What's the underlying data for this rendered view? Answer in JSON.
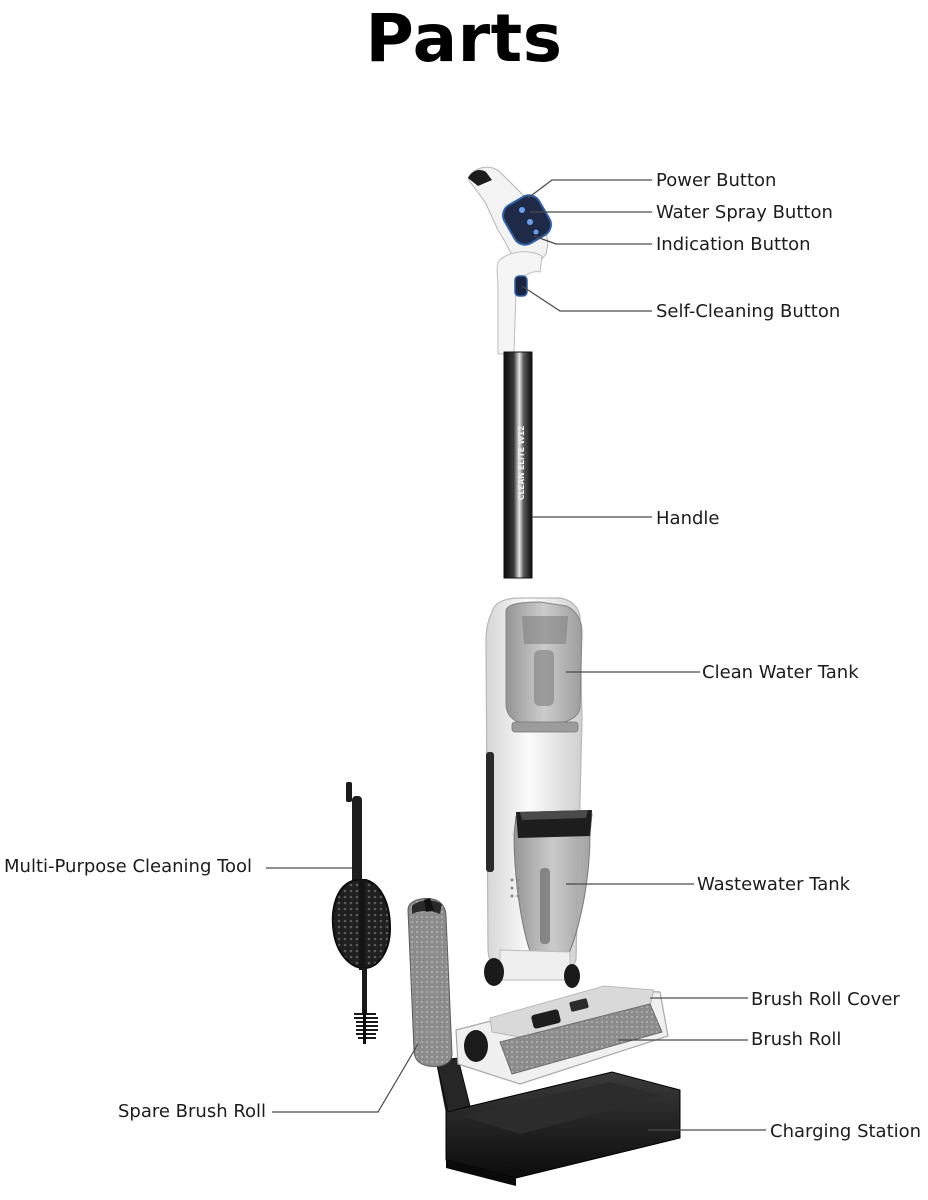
{
  "title": "Parts",
  "product_text": "CLEAN ELITE W12",
  "labels": {
    "power_button": "Power Button",
    "water_spray_button": "Water Spray Button",
    "indication_button": "Indication Button",
    "self_cleaning_button": "Self-Cleaning Button",
    "handle": "Handle",
    "clean_water_tank": "Clean Water Tank",
    "multi_purpose_cleaning_tool": "Multi-Purpose Cleaning Tool",
    "wastewater_tank": "Wastewater Tank",
    "brush_roll_cover": "Brush Roll Cover",
    "brush_roll": "Brush Roll",
    "spare_brush_roll": "Spare Brush Roll",
    "charging_station": "Charging Station"
  },
  "colors": {
    "body_white": "#f4f4f4",
    "dark": "#1e1e1e",
    "accent_blue": "#2f5fa8",
    "leader_line": "#4a4a4a"
  }
}
